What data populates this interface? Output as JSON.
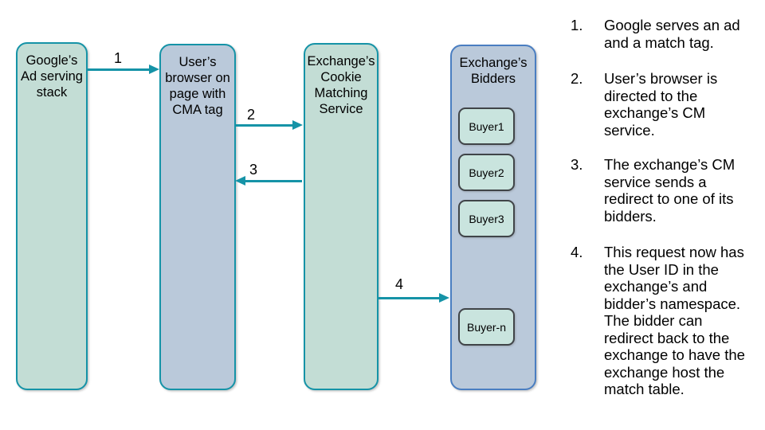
{
  "slide": {
    "lanes": [
      {
        "id": "google-ad-stack",
        "title": "Google’s\nAd serving\nstack"
      },
      {
        "id": "user-browser",
        "title": "User’s\nbrowser on\npage with\nCMA tag"
      },
      {
        "id": "cookie-matching-service",
        "title": "Exchange’s\nCookie\nMatching\nService"
      },
      {
        "id": "exchange-bidders",
        "title": "Exchange’s\nBidders",
        "buyers": [
          "Buyer1",
          "Buyer2",
          "Buyer3",
          "Buyer-n"
        ]
      }
    ],
    "arrows": [
      {
        "label": "1"
      },
      {
        "label": "2"
      },
      {
        "label": "3"
      },
      {
        "label": "4"
      }
    ],
    "steps": [
      {
        "number": "1.",
        "text": "Google serves an ad\nand a match tag."
      },
      {
        "number": "2.",
        "text": "User’s browser is\ndirected to the\nexchange’s CM\nservice."
      },
      {
        "number": "3.",
        "text": "The exchange’s CM\nservice sends a\nredirect to one of its\nbidders."
      },
      {
        "number": "4.",
        "text": "This request now has\nthe User ID in the\nexchange’s and\nbidder’s namespace.\nThe bidder can\nredirect back to the\nexchange to have the\nexchange host the\nmatch table."
      }
    ],
    "colors": {
      "teal": "#1593a7",
      "green_fill": "#c3ddd5",
      "blue_fill": "#bac9da",
      "blue_border": "#4a7ec1",
      "buyer_fill": "#c9e4de",
      "buyer_border": "#404448",
      "text": "#000000"
    }
  }
}
